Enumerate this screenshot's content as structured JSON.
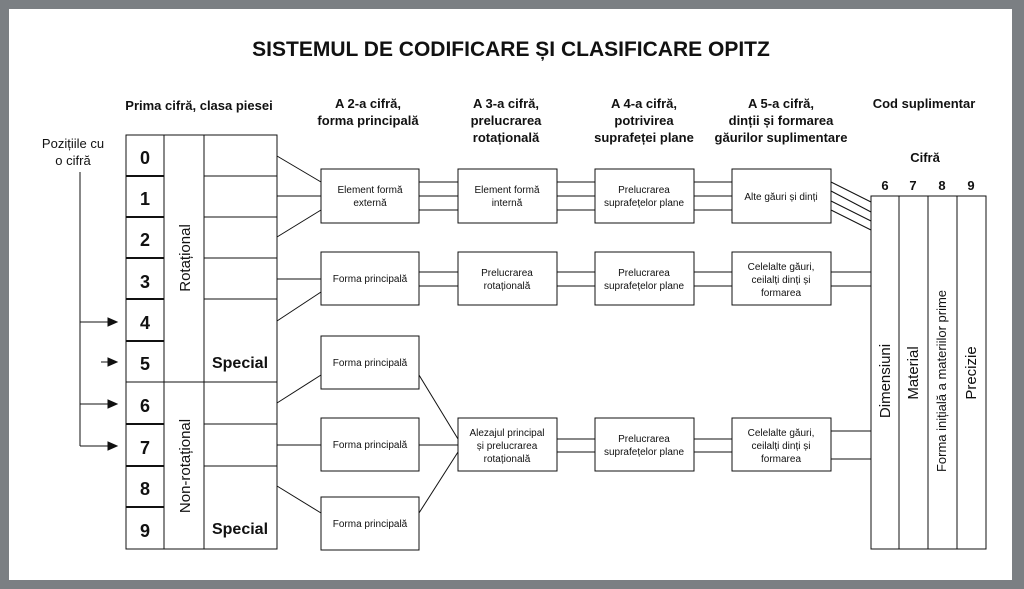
{
  "title": "SISTEMUL DE CODIFICARE ȘI CLASIFICARE OPITZ",
  "headers": {
    "first": "Prima cifră, clasa piesei",
    "second": [
      "A 2-a cifră,",
      "forma principală"
    ],
    "third": [
      "A 3-a cifră,",
      "prelucrarea",
      "rotațională"
    ],
    "fourth": [
      "A 4-a cifră,",
      "potrivirea",
      "suprafeței plane"
    ],
    "fifth": [
      "A 5-a cifră,",
      "dinții și formarea",
      "găurilor suplimentare"
    ],
    "supp": "Cod suplimentar",
    "cifra": "Cifră"
  },
  "positions_label": [
    "Pozițiile cu",
    "o cifră"
  ],
  "digits": [
    "0",
    "1",
    "2",
    "3",
    "4",
    "5",
    "6",
    "7",
    "8",
    "9"
  ],
  "rotational": "Rotațional",
  "non_rotational": "Non-rotațional",
  "special": "Special",
  "boxes": {
    "b1": [
      "Element formă",
      "externă"
    ],
    "b2": [
      "Element formă",
      "internă"
    ],
    "b3": [
      "Prelucrarea",
      "suprafețelor plane"
    ],
    "b4": [
      "Alte găuri și dinți"
    ],
    "b5": [
      "Forma principală"
    ],
    "b6": [
      "Prelucrarea",
      "rotațională"
    ],
    "b7": [
      "Prelucrarea",
      "suprafețelor plane"
    ],
    "b8": [
      "Celelalte găuri,",
      "ceilalți dinți și",
      "formarea"
    ],
    "b9": [
      "Forma principală"
    ],
    "b10": [
      "Forma principală"
    ],
    "b11": [
      "Forma principală"
    ],
    "b12": [
      "Alezajul principal",
      "și prelucrarea",
      "rotațională"
    ],
    "b13": [
      "Prelucrarea",
      "suprafețelor plane"
    ],
    "b14": [
      "Celelalte găuri,",
      "ceilalți dinți și",
      "formarea"
    ]
  },
  "supp_digits": [
    "6",
    "7",
    "8",
    "9"
  ],
  "supp_columns": [
    "Dimensiuni",
    "Material",
    "Forma inițială a materiilor prime",
    "Precizie"
  ]
}
